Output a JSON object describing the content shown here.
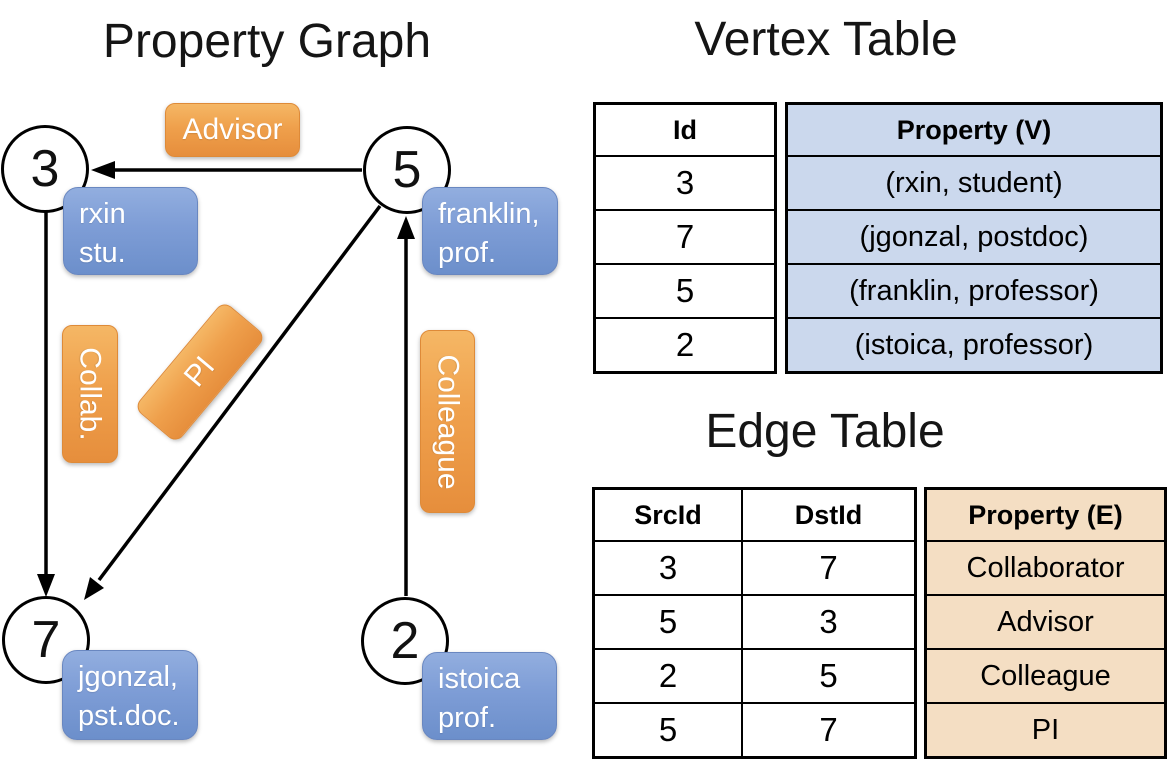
{
  "graph": {
    "title": "Property Graph",
    "nodes": {
      "n3": {
        "id": "3",
        "line1": "rxin",
        "line2": "stu."
      },
      "n5": {
        "id": "5",
        "line1": "franklin,",
        "line2": "prof."
      },
      "n7": {
        "id": "7",
        "line1": "jgonzal,",
        "line2": "pst.doc."
      },
      "n2": {
        "id": "2",
        "line1": "istoica",
        "line2": "prof."
      }
    },
    "edge_labels": {
      "advisor": "Advisor",
      "collab": "Collab.",
      "pi": "PI",
      "colleague": "Colleague"
    }
  },
  "vertex_table": {
    "title": "Vertex Table",
    "col_id": "Id",
    "col_property": "Property (V)",
    "ids": [
      "3",
      "7",
      "5",
      "2"
    ],
    "properties": [
      "(rxin, student)",
      "(jgonzal, postdoc)",
      "(franklin, professor)",
      "(istoica, professor)"
    ]
  },
  "edge_table": {
    "title": "Edge Table",
    "col_src": "SrcId",
    "col_dst": "DstId",
    "col_property": "Property (E)",
    "src_ids": [
      "3",
      "5",
      "2",
      "5"
    ],
    "dst_ids": [
      "7",
      "3",
      "5",
      "7"
    ],
    "properties": [
      "Collaborator",
      "Advisor",
      "Colleague",
      "PI"
    ]
  },
  "colors": {
    "edge_label_orange": "#EFA04C",
    "vertex_label_blue": "#7E9DD6",
    "vertex_table_fill": "#CBD8ED",
    "edge_table_fill": "#F4DEC3",
    "line_black": "#000000",
    "background": "#FFFFFF"
  }
}
